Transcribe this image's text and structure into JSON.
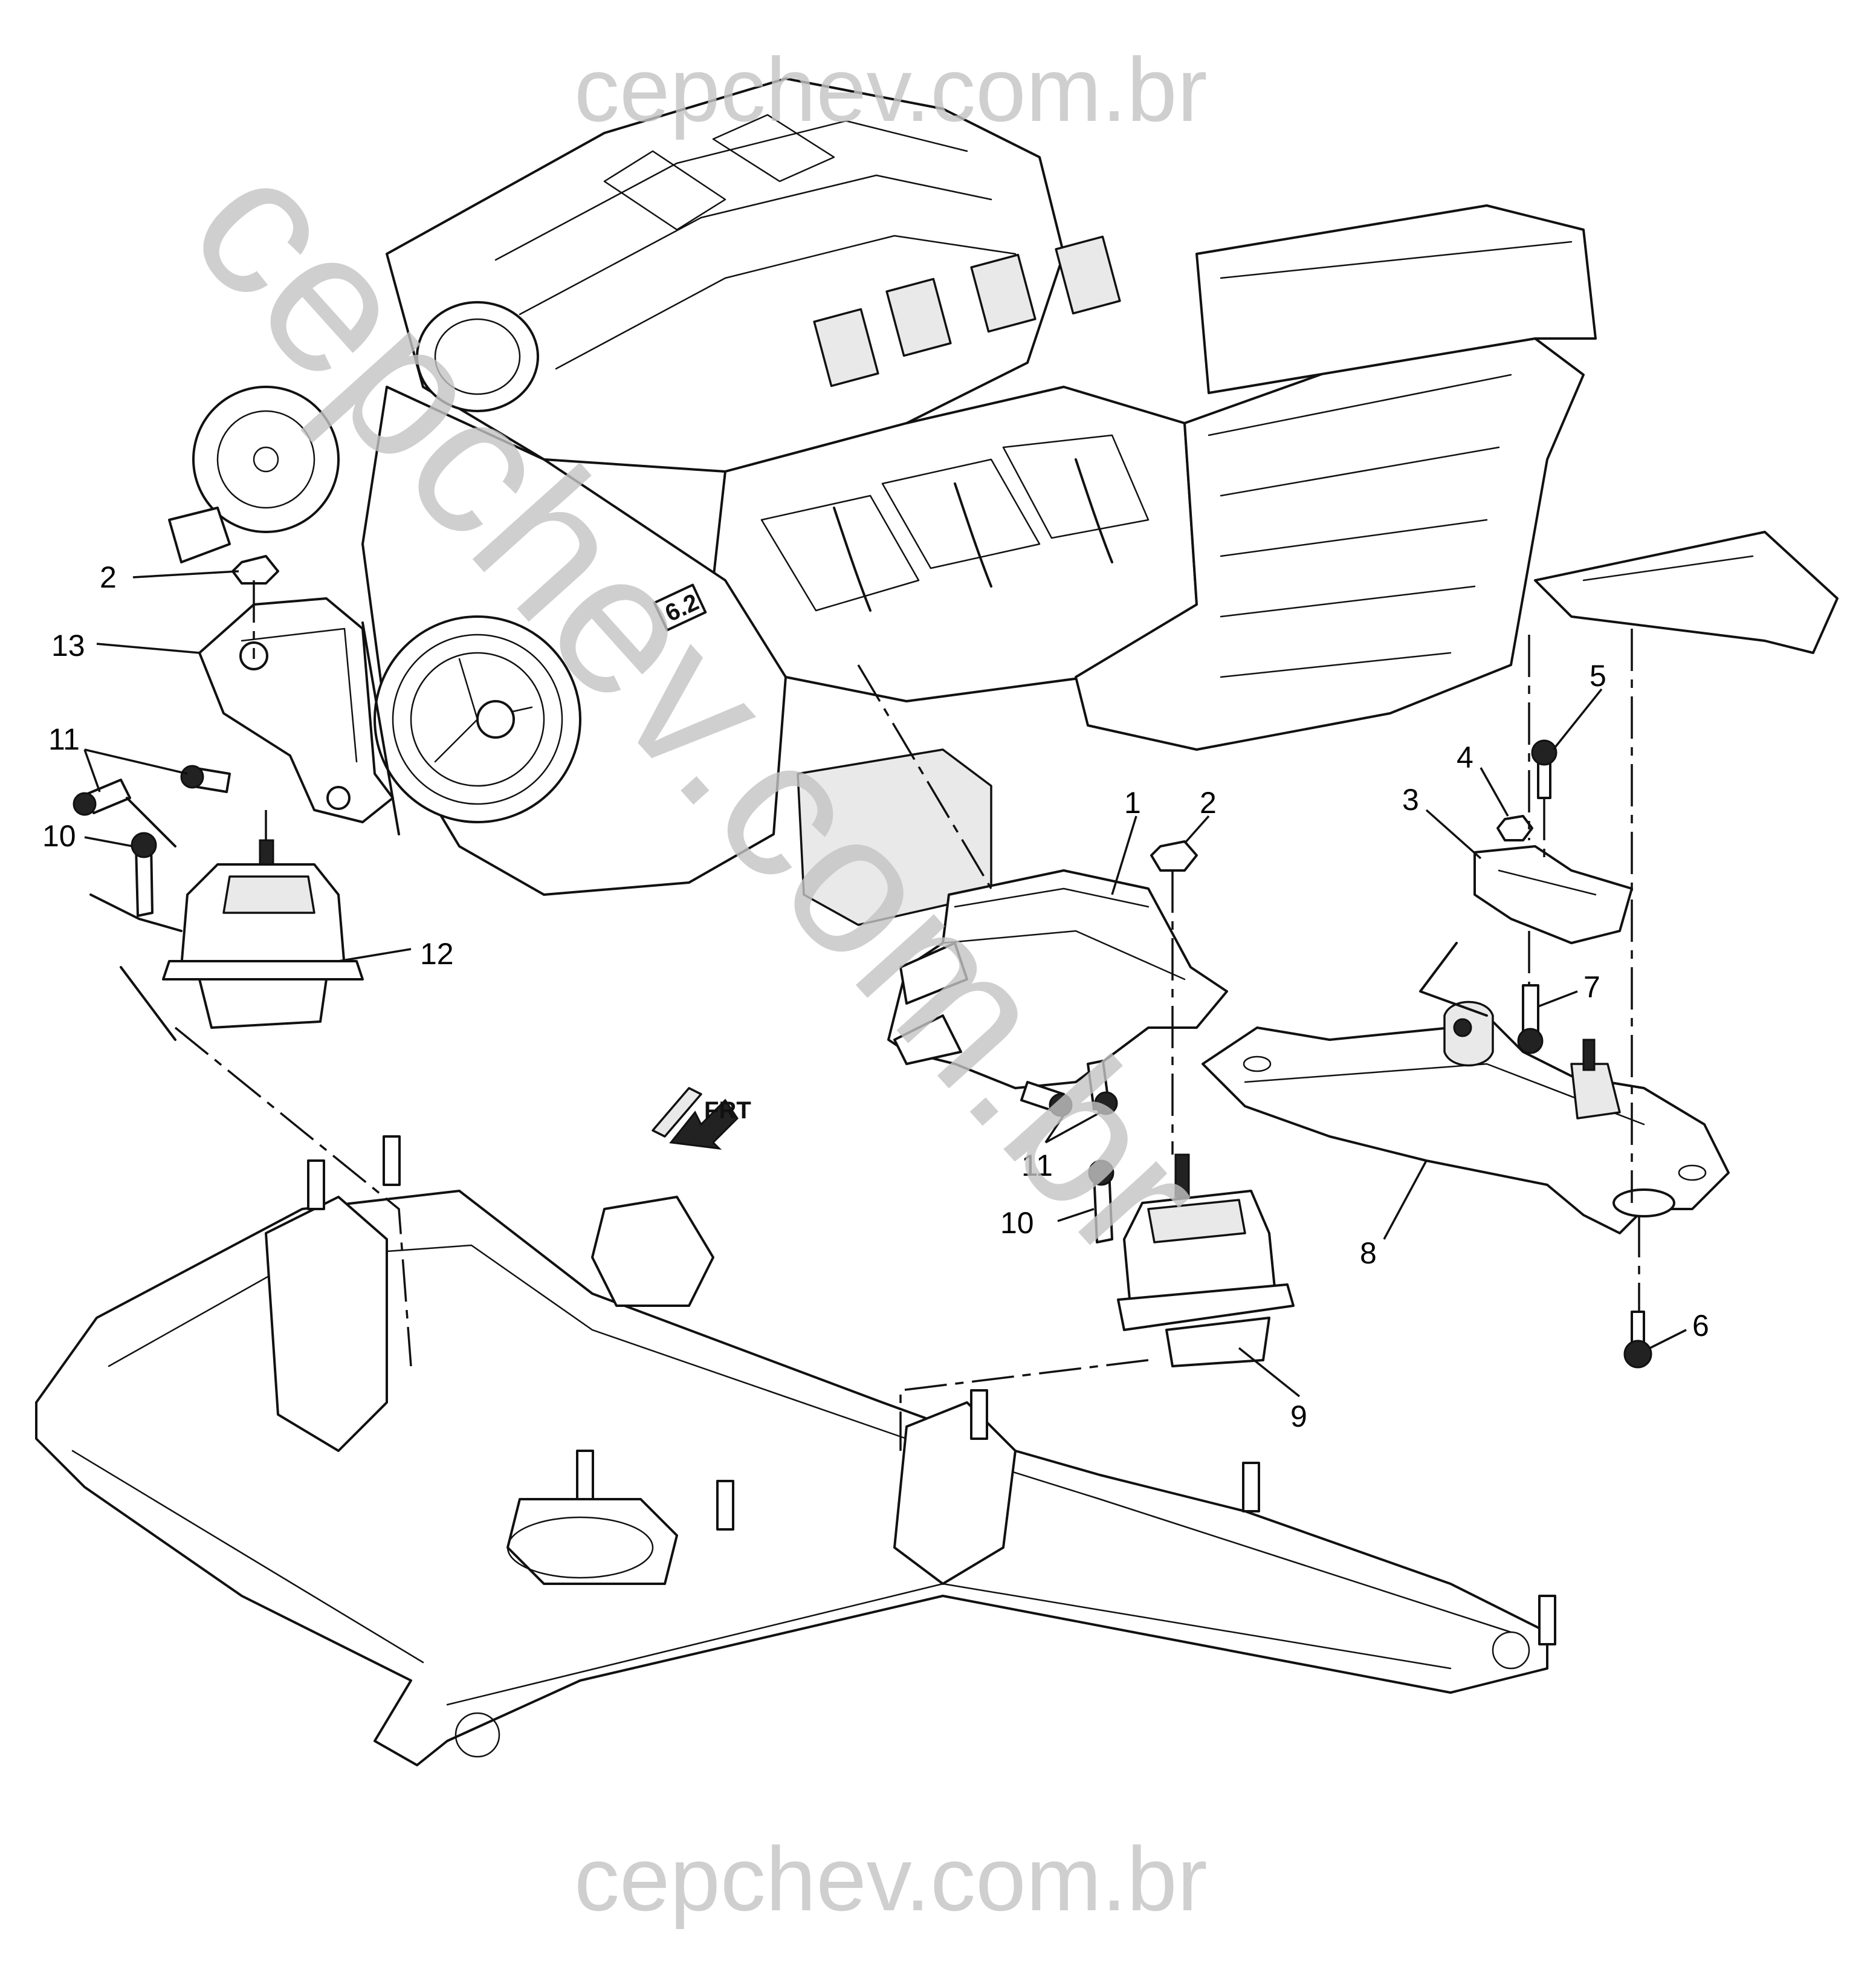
{
  "watermark": {
    "top_text": "cepchev.com.br",
    "bottom_text": "cepchev.com.br",
    "diagonal_text": "cepchev.com.br"
  },
  "engine_code": "6.2",
  "direction_label": "FRT",
  "callouts": [
    {
      "id": "c1",
      "label": "1"
    },
    {
      "id": "c2a",
      "label": "2"
    },
    {
      "id": "c2b",
      "label": "2"
    },
    {
      "id": "c3",
      "label": "3"
    },
    {
      "id": "c4",
      "label": "4"
    },
    {
      "id": "c5",
      "label": "5"
    },
    {
      "id": "c6",
      "label": "6"
    },
    {
      "id": "c7",
      "label": "7"
    },
    {
      "id": "c8",
      "label": "8"
    },
    {
      "id": "c9",
      "label": "9"
    },
    {
      "id": "c10a",
      "label": "10"
    },
    {
      "id": "c10b",
      "label": "10"
    },
    {
      "id": "c11a",
      "label": "11"
    },
    {
      "id": "c11b",
      "label": "11"
    },
    {
      "id": "c12",
      "label": "12"
    },
    {
      "id": "c13",
      "label": "13"
    }
  ]
}
